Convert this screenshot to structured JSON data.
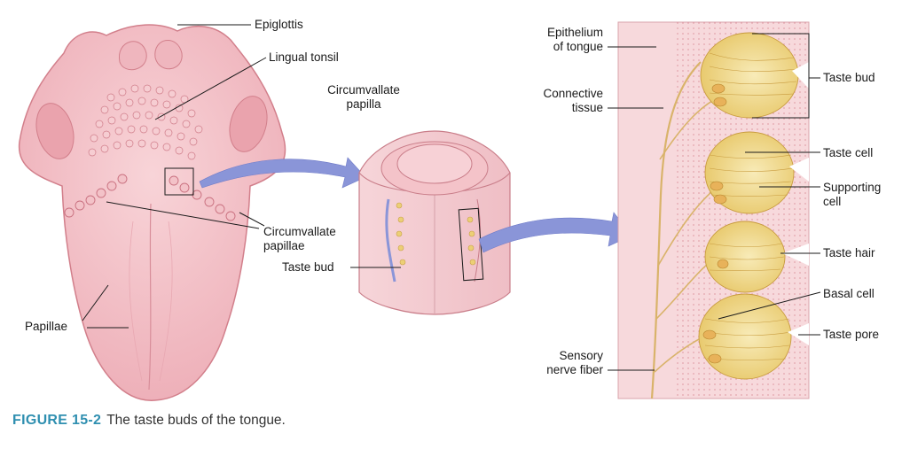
{
  "labels": {
    "epiglottis": "Epiglottis",
    "lingual_tonsil": "Lingual tonsil",
    "circumvallate_papilla": "Circumvallate\npapilla",
    "circumvallate_papillae": "Circumvallate\npapillae",
    "taste_bud_mid": "Taste bud",
    "papillae": "Papillae",
    "epithelium": "Epithelium\nof tongue",
    "connective": "Connective\ntissue",
    "sensory": "Sensory\nnerve fiber",
    "taste_bud": "Taste bud",
    "taste_cell": "Taste cell",
    "supporting_cell": "Supporting\ncell",
    "taste_hair": "Taste hair",
    "basal_cell": "Basal cell",
    "taste_pore": "Taste pore"
  },
  "caption": {
    "figure": "FIGURE 15-2",
    "text": "The taste buds of the tongue."
  },
  "colors": {
    "tongue": "#f4c6cc",
    "tongue_outline": "#d27f8b",
    "arrow": "#8a95d8",
    "bud": "#f1d98a",
    "nerve": "#d9b36a",
    "caption_accent": "#2f8fb0"
  }
}
